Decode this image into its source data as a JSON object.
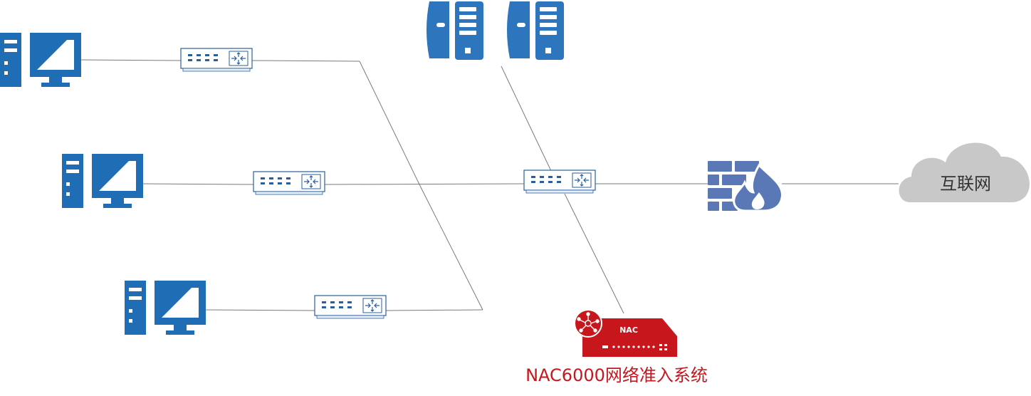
{
  "cloud": {
    "label": "互联网"
  },
  "nac": {
    "device_label": "NAC",
    "caption": "NAC6000网络准入系统"
  },
  "colors": {
    "device_blue": "#1f6db4",
    "server_blue": "#2d76bd",
    "firewall_blue": "#5a78b6",
    "switch_blue": "#2a5f9e",
    "nac_red": "#c8161d",
    "cloud_gray": "#c8c8c8",
    "link_gray": "#7a7a7a"
  },
  "icons": {
    "computer": "desktop-computer-icon",
    "switch": "network-switch-icon",
    "server": "server-tower-icon",
    "firewall": "firewall-icon",
    "cloud": "cloud-icon",
    "nac": "nac-appliance-icon"
  }
}
